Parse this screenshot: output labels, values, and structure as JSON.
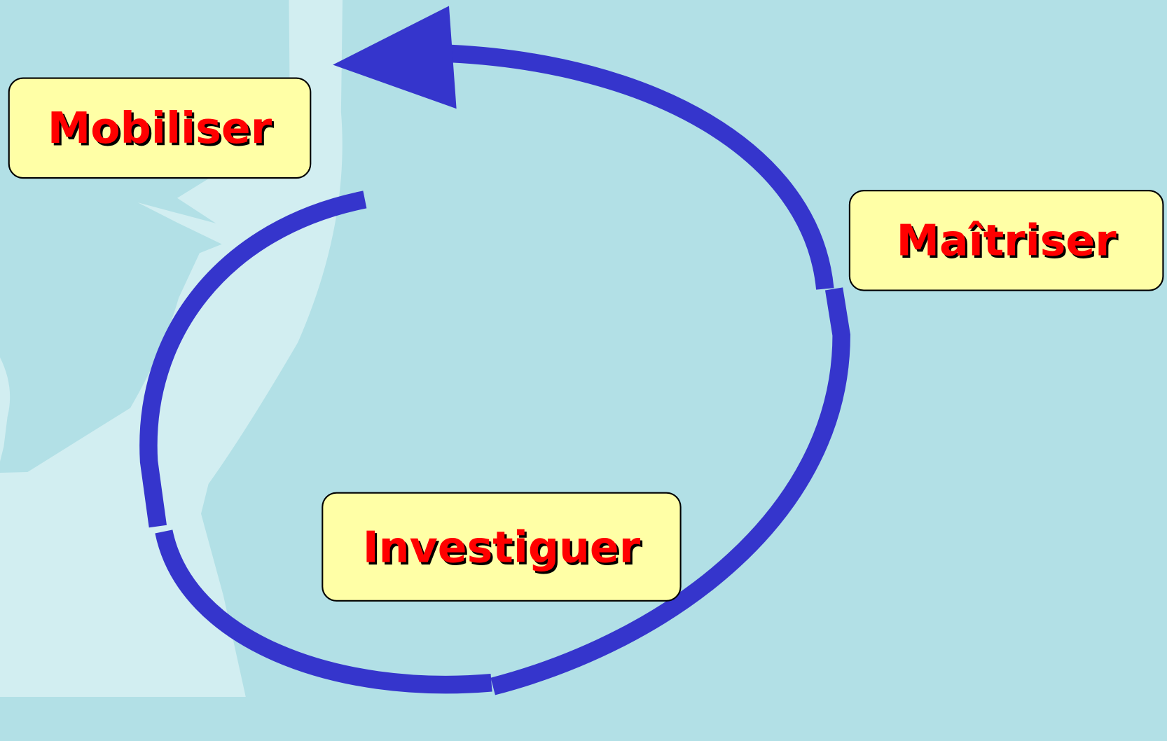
{
  "diagram": {
    "type": "cycle",
    "arrow_color": "#3535cc",
    "box_fill": "#ffffa6",
    "text_color": "#ff0000",
    "background_color": "#b2e0e6",
    "steps": [
      {
        "label": "Mobiliser"
      },
      {
        "label": "Maîtriser"
      },
      {
        "label": "Investiguer"
      }
    ]
  }
}
